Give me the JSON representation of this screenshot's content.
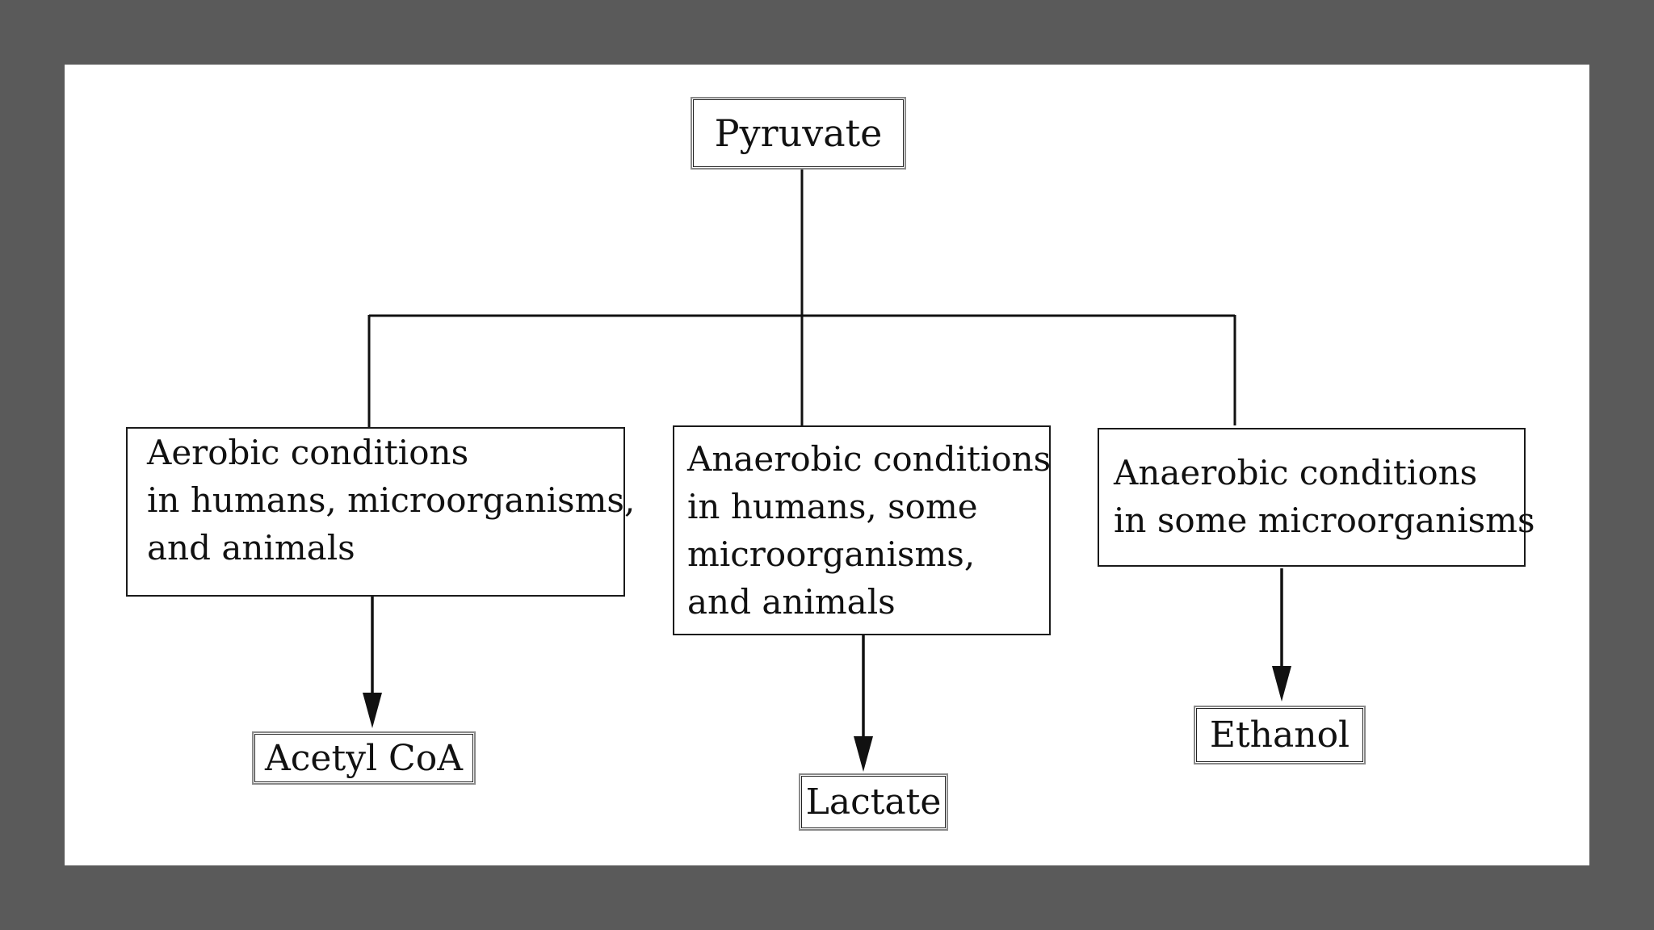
{
  "diagram": {
    "root": {
      "label": "Pyruvate"
    },
    "branches": [
      {
        "condition_lines": [
          "Aerobic conditions",
          "in humans, microorganisms,",
          "and animals"
        ],
        "product": "Acetyl CoA"
      },
      {
        "condition_lines": [
          "Anaerobic conditions",
          "in humans, some",
          "microorganisms,",
          "and animals"
        ],
        "product": "Lactate"
      },
      {
        "condition_lines": [
          "Anaerobic conditions",
          "in some microorganisms"
        ],
        "product": "Ethanol"
      }
    ]
  },
  "colors": {
    "frame": "#5a5a5a",
    "background": "#ffffff",
    "line": "#111111"
  }
}
